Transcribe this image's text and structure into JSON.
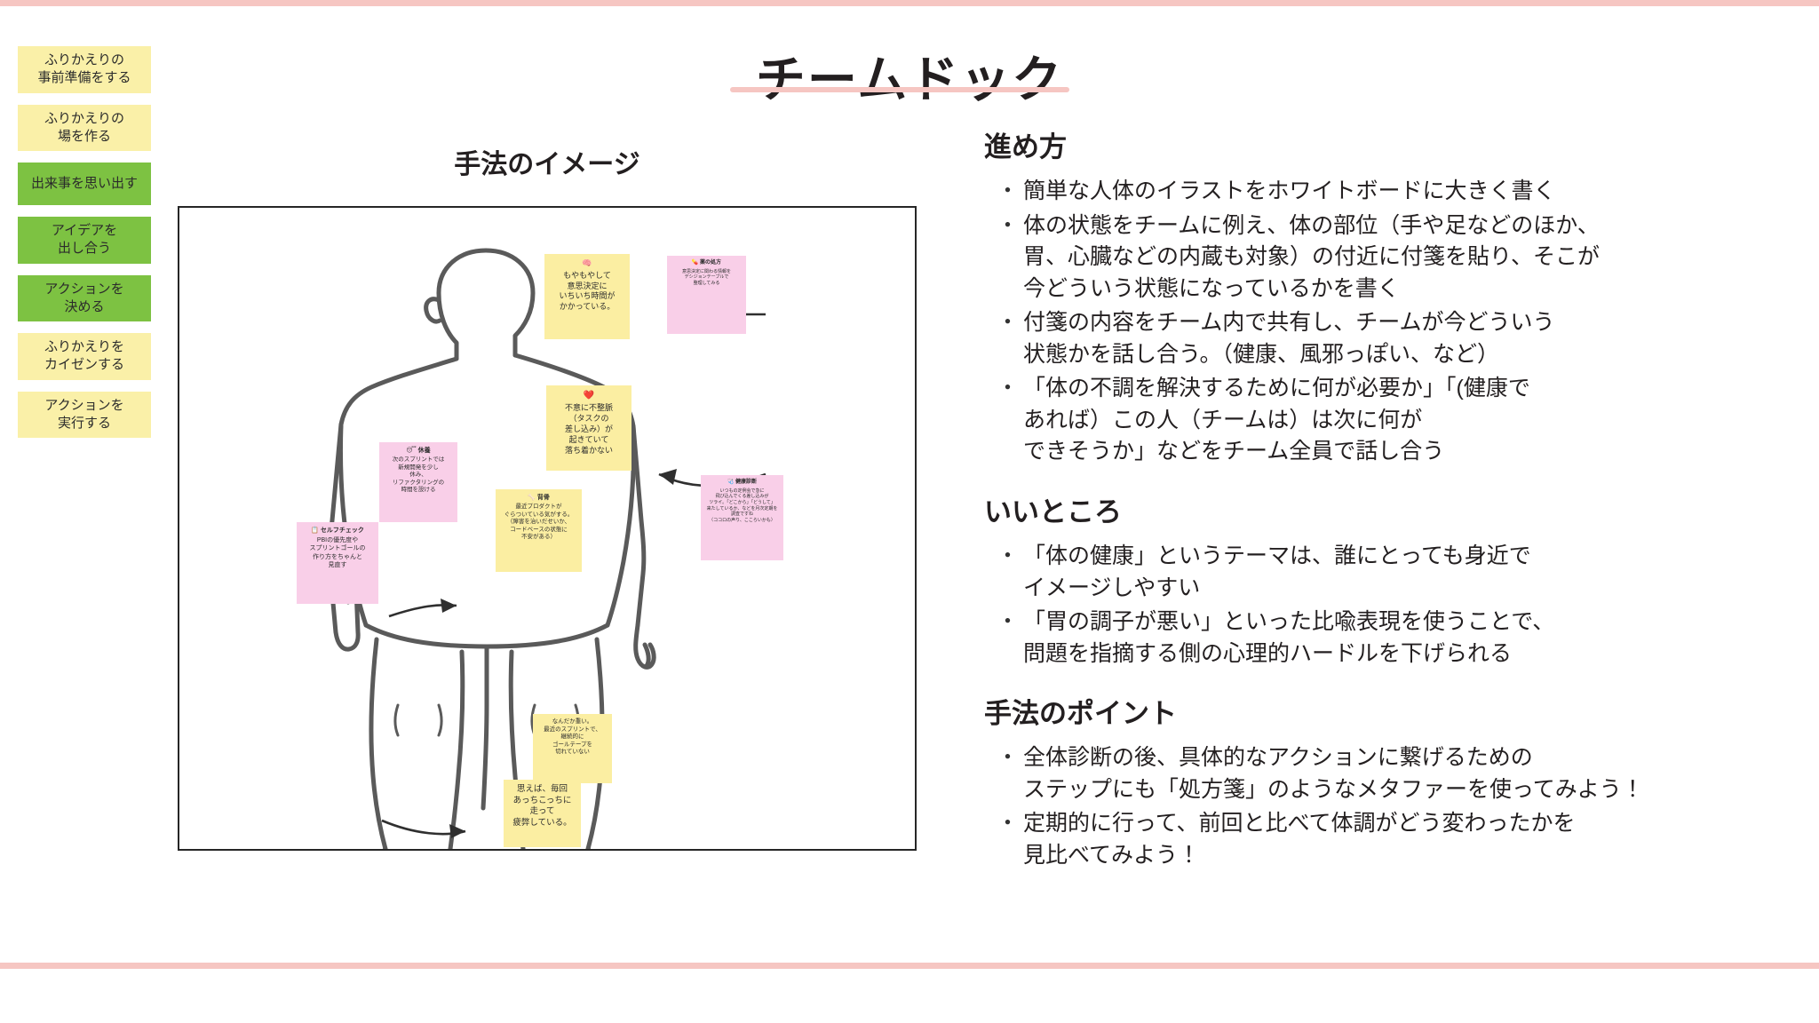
{
  "deck": {
    "title": "チームドック",
    "accent_pink": "#f6c6c2",
    "accent_green": "#7dc242",
    "accent_yellow": "#faf0a8"
  },
  "steps": [
    {
      "label": "ふりかえりの\n事前準備をする",
      "tone": "pale"
    },
    {
      "label": "ふりかえりの\n場を作る",
      "tone": "pale"
    },
    {
      "label": "出来事を思い出す",
      "tone": "active"
    },
    {
      "label": "アイデアを\n出し合う",
      "tone": "active"
    },
    {
      "label": "アクションを\n決める",
      "tone": "active"
    },
    {
      "label": "ふりかえりを\nカイゼンする",
      "tone": "pale"
    },
    {
      "label": "アクションを\n実行する",
      "tone": "pale"
    }
  ],
  "illustration": {
    "heading": "手法のイメージ",
    "notes": [
      {
        "id": "note-head-yellow",
        "color": "yellow",
        "title": "🧠",
        "body": "もやもやして\n意思決定に\nいちいち時間が\nかかっている。"
      },
      {
        "id": "note-head-pink",
        "color": "pink",
        "title": "💊 薬の処方",
        "body": "意思決定に関わる情報を\nデシジョンテーブルで\n整理してみる"
      },
      {
        "id": "note-heart-yellow",
        "color": "yellow",
        "title": "❤️",
        "body": "不意に不整脈\n（タスクの\n差し込み）が\n起きていて\n落ち着かない"
      },
      {
        "id": "note-arm-pink",
        "color": "pink",
        "title": "😴 休養",
        "body": "次のスプリントでは\n新規開発を少し\n休み、\nリファクタリングの\n時間を設ける"
      },
      {
        "id": "note-spine-yellow",
        "color": "yellow",
        "title": "🦴 背骨",
        "body": "最近プロダクトが\nぐらついている気がする。\n（障害を治いだせいか、\nコードベースの状態に\n不安がある）"
      },
      {
        "id": "note-right-pink",
        "color": "pink",
        "title": "🩺 健康診断",
        "body": "いつもの定例会で急に\n飛び込んでくる差し込みが\nツライ。「どこから」「どうして」\n来たしているか、などを月次定期を\n調査ですね\n（ココロの声り、ここらいかも）"
      },
      {
        "id": "note-legs-yellow",
        "color": "yellow",
        "title": "",
        "body": "なんだか重い。\n最近のスプリントで、\n継続的に\nゴールテープを\n切れていない"
      },
      {
        "id": "note-feet-yellow",
        "color": "yellow",
        "title": "",
        "body": "思えば、毎回\nあっちこっちに\n走って\n疲弊している。"
      },
      {
        "id": "note-selfcheck-pink",
        "color": "pink",
        "title": "📋 セルフチェック",
        "body": "PBIの優先度や\nスプリントゴールの\n作り方をちゃんと\n見直す"
      }
    ]
  },
  "sections": [
    {
      "id": "how-to",
      "heading": "進め方",
      "bullets": [
        "簡単な人体のイラストをホワイトボードに大きく書く",
        "体の状態をチームに例え、体の部位（手や足などのほか、\n胃、心臓などの内蔵も対象）の付近に付箋を貼り、そこが\n今どういう状態になっているかを書く",
        "付箋の内容をチーム内で共有し、チームが今どういう\n状態かを話し合う。（健康、風邪っぽい、など）",
        "「体の不調を解決するために何が必要か」「(健康で\nあれば）この人（チームは）は次に何が\nできそうか」などをチーム全員で話し合う"
      ]
    },
    {
      "id": "good-points",
      "heading": "いいところ",
      "bullets": [
        "「体の健康」というテーマは、誰にとっても身近で\nイメージしやすい",
        "「胃の調子が悪い」といった比喩表現を使うことで、\n問題を指摘する側の心理的ハードルを下げられる"
      ]
    },
    {
      "id": "key-points",
      "heading": "手法のポイント",
      "bullets": [
        "全体診断の後、具体的なアクションに繋げるための\nステップにも「処方箋」のようなメタファーを使ってみよう！",
        "定期的に行って、前回と比べて体調がどう変わったかを\n見比べてみよう！"
      ]
    }
  ]
}
